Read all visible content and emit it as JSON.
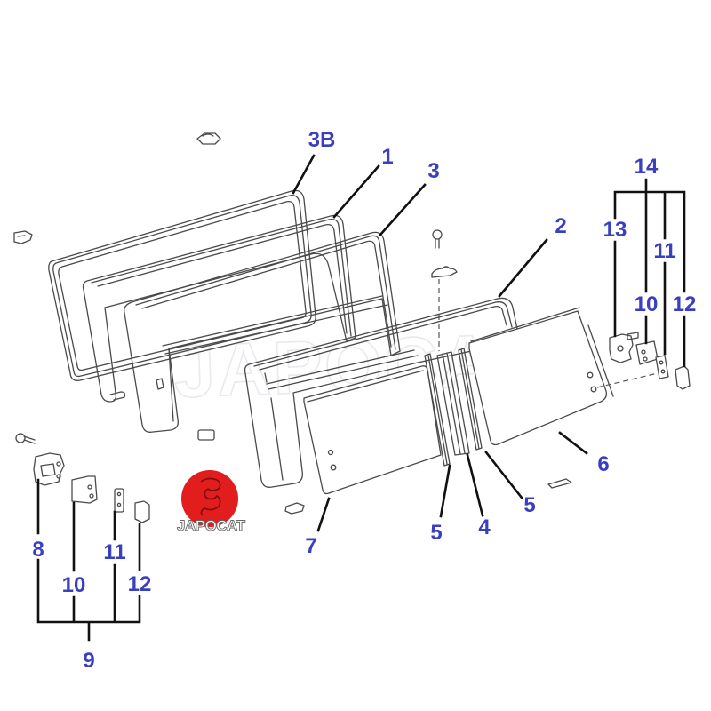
{
  "diagram": {
    "title": "Side window glass and frame assembly – exploded parts diagram",
    "label_color": "#3a3fbf",
    "watermark": "JAPOCAT",
    "logo": {
      "text": "JAPOCAT",
      "circle_color": "#e21d1d"
    },
    "callouts": [
      {
        "id": "c-3b",
        "label": "3B",
        "part": "outer weatherstrip frame"
      },
      {
        "id": "c-1",
        "label": "1",
        "part": "window seal"
      },
      {
        "id": "c-3",
        "label": "3",
        "part": "window frame"
      },
      {
        "id": "c-2",
        "label": "2",
        "part": "sliding window frame"
      },
      {
        "id": "c-14",
        "label": "14",
        "part": "latch kit (right)"
      },
      {
        "id": "c-13",
        "label": "13",
        "part": "latch"
      },
      {
        "id": "c-11r",
        "label": "11",
        "part": "latch plate"
      },
      {
        "id": "c-10r",
        "label": "10",
        "part": "latch bracket"
      },
      {
        "id": "c-12r",
        "label": "12",
        "part": "latch stop"
      },
      {
        "id": "c-6",
        "label": "6",
        "part": "sliding glass"
      },
      {
        "id": "c-5a",
        "label": "5",
        "part": "glass run channel"
      },
      {
        "id": "c-4",
        "label": "4",
        "part": "center divider"
      },
      {
        "id": "c-5b",
        "label": "5",
        "part": "glass run channel"
      },
      {
        "id": "c-7",
        "label": "7",
        "part": "fixed glass"
      },
      {
        "id": "c-8",
        "label": "8",
        "part": "latch"
      },
      {
        "id": "c-10l",
        "label": "10",
        "part": "latch bracket"
      },
      {
        "id": "c-11l",
        "label": "11",
        "part": "latch plate"
      },
      {
        "id": "c-12l",
        "label": "12",
        "part": "latch stop"
      },
      {
        "id": "c-9",
        "label": "9",
        "part": "latch kit (left)"
      }
    ]
  }
}
